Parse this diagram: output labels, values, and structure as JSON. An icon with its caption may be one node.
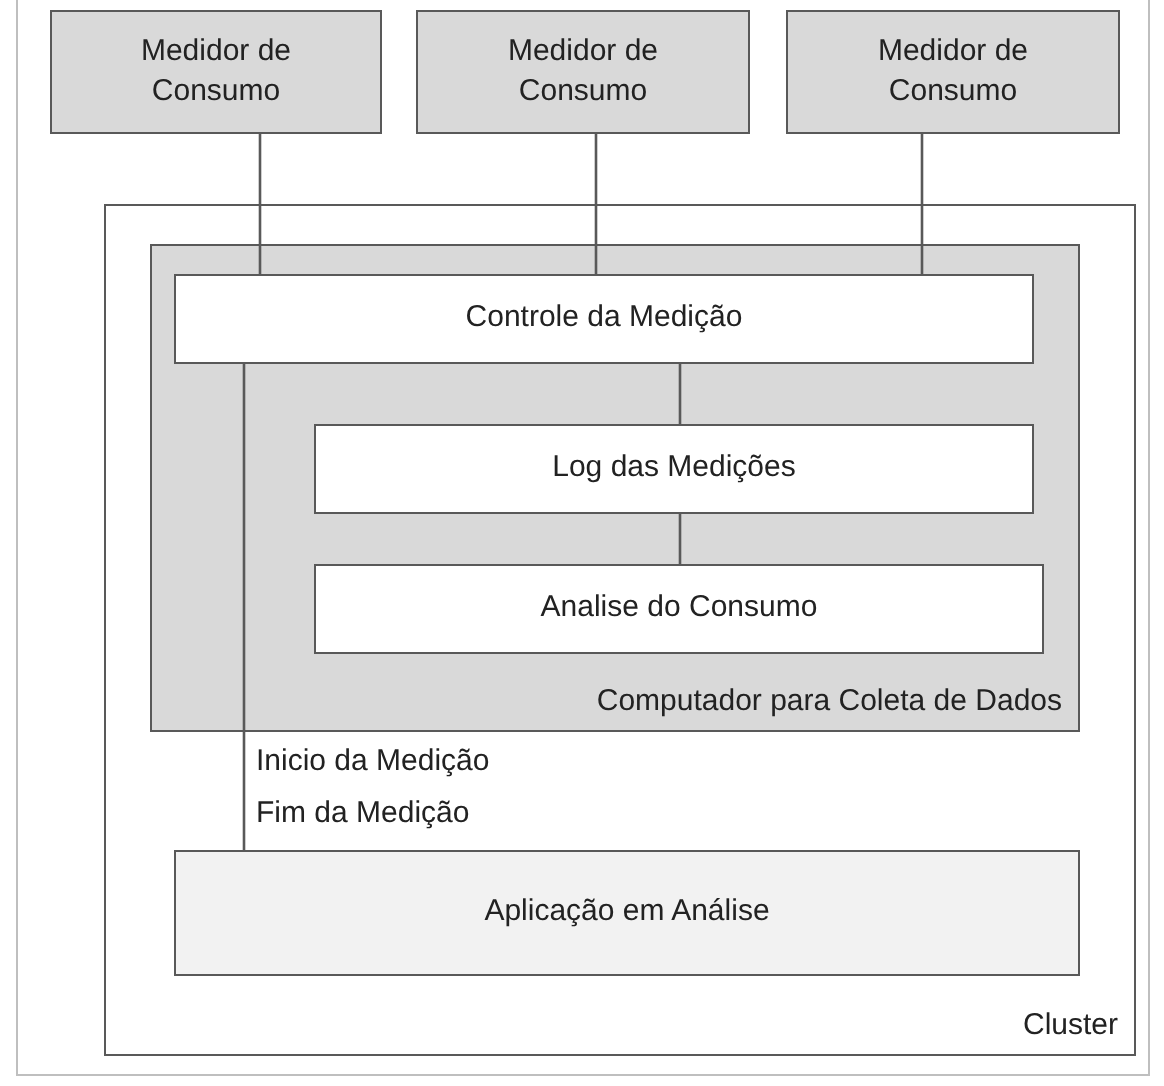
{
  "diagram": {
    "nodes": [
      {
        "text": [
          "Medidor de Consumo"
        ]
      },
      {
        "text": [
          "Medidor de Consumo"
        ]
      },
      {
        "text": [
          "Medidor de Consumo"
        ]
      },
      {
        "text": [
          "Cluster"
        ]
      },
      {
        "text": [
          "Computador para Coleta de Dados"
        ],
        "in": 3
      },
      {
        "text": [
          "Controle da Medição"
        ],
        "in": 4
      },
      {
        "text": [
          "Log das Medições"
        ],
        "in": 4
      },
      {
        "text": [
          "Analise do Consumo"
        ],
        "in": 4
      },
      {
        "text": [
          "Aplicação em Análise"
        ],
        "in": 3
      }
    ],
    "edges": [
      {
        "from": 0,
        "to": 5,
        "arrow": "none"
      },
      {
        "from": 1,
        "to": 5,
        "arrow": "none"
      },
      {
        "from": 2,
        "to": 5,
        "arrow": "none"
      },
      {
        "from": 5,
        "to": 6,
        "arrow": "none"
      },
      {
        "from": 6,
        "to": 7,
        "arrow": "none"
      },
      {
        "from": 5,
        "to": 8,
        "arrow": "none"
      }
    ],
    "labels": [
      "Inicio da Medição",
      "Fim da Medição"
    ]
  }
}
